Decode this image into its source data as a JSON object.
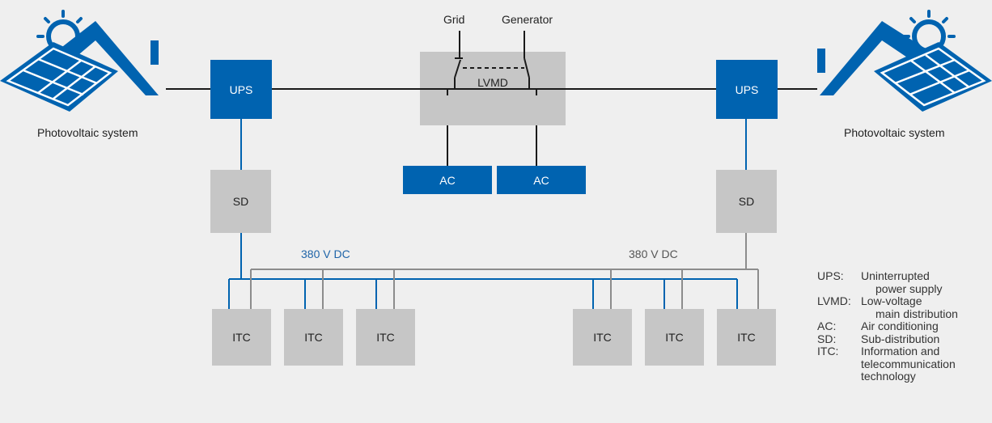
{
  "colors": {
    "background": "#efefef",
    "blue": "#0063b0",
    "gray_box": "#c6c6c6",
    "gray_line": "#8c8c8c",
    "line_black": "#1a1a1a",
    "bus_blue_label": "#1f64a8"
  },
  "labels": {
    "grid": "Grid",
    "generator": "Generator",
    "pv_left": "Photovoltaic system",
    "pv_right": "Photovoltaic system",
    "bus_blue": "380 V DC",
    "bus_gray": "380 V DC"
  },
  "nodes": {
    "ups_left": "UPS",
    "ups_right": "UPS",
    "lvmd": "LVMD",
    "ac_1": "AC",
    "ac_2": "AC",
    "sd_left": "SD",
    "sd_right": "SD",
    "itc": [
      "ITC",
      "ITC",
      "ITC",
      "ITC",
      "ITC",
      "ITC"
    ]
  },
  "icons": {
    "left": "house-with-solar-panel-and-sun-icon",
    "right": "house-with-solar-panel-and-sun-icon",
    "switch": "changeover-switch-icon"
  },
  "legend": [
    {
      "key": "UPS:",
      "lines": [
        "Uninterrupted",
        "power supply"
      ]
    },
    {
      "key": "LVMD:",
      "lines": [
        "Low-voltage",
        "main distribution"
      ]
    },
    {
      "key": "AC:",
      "lines": [
        "Air conditioning"
      ]
    },
    {
      "key": "SD:",
      "lines": [
        "Sub-distribution"
      ]
    },
    {
      "key": "ITC:",
      "lines": [
        "Information and",
        "telecommunication",
        "technology"
      ]
    }
  ]
}
